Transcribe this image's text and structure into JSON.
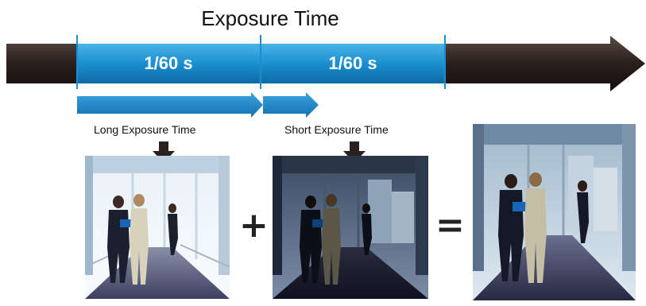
{
  "title": "Exposure Time",
  "segments": [
    {
      "label": "1/60 s"
    },
    {
      "label": "1/60 s"
    }
  ],
  "captions": {
    "long": "Long Exposure Time",
    "short": "Short  Exposure Time"
  },
  "operators": {
    "plus": "+",
    "equals": "="
  },
  "images": [
    {
      "name": "long-exposure-photo"
    },
    {
      "name": "short-exposure-photo"
    },
    {
      "name": "combined-wdr-photo"
    }
  ],
  "colors": {
    "timeline_dark": "#2a1f1c",
    "segment_blue": "#1a8fd0",
    "arrow_blue": "#1f86c8",
    "tick_blue": "#1a8fd0",
    "down_arrow": "#2a201d"
  }
}
